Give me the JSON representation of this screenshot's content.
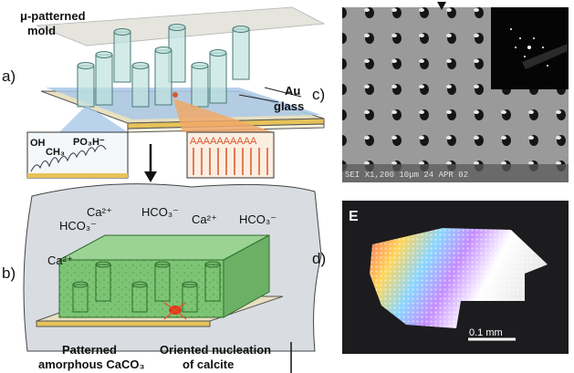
{
  "panels": {
    "a": "a)",
    "b": "b)",
    "c": "c)",
    "d": "d)"
  },
  "panel_a": {
    "mold_label": "μ-patterned\nmold",
    "au_label": "Au",
    "glass_label": "glass",
    "inset_oh": "OH",
    "inset_ch3": "CH₃",
    "inset_po3h": "PO₃H⁻",
    "inset_aaa": "AAAAAAAAAA"
  },
  "panel_b": {
    "ions": [
      "Ca²⁺",
      "HCO₃⁻",
      "Ca²⁺",
      "HCO₃⁻",
      "HCO₃⁻",
      "Ca²⁺"
    ],
    "patterned_label_1": "Patterned",
    "patterned_label_2": "amorphous CaCO₃",
    "oriented_label_1": "Oriented nucleation",
    "oriented_label_2": "of calcite"
  },
  "panel_c": {
    "sem_footer": "SEI   X1,200   10μm          24 APR 02"
  },
  "panel_d": {
    "corner_letter": "E",
    "scale_bar": "0.1 mm"
  },
  "colors": {
    "mold": "#d8d8cc",
    "gold": "#e6c35a",
    "green": "#7fc97a",
    "blue_slab": "#a9c8e8",
    "orange": "#f0a868",
    "cloud": "#d9dde2"
  }
}
